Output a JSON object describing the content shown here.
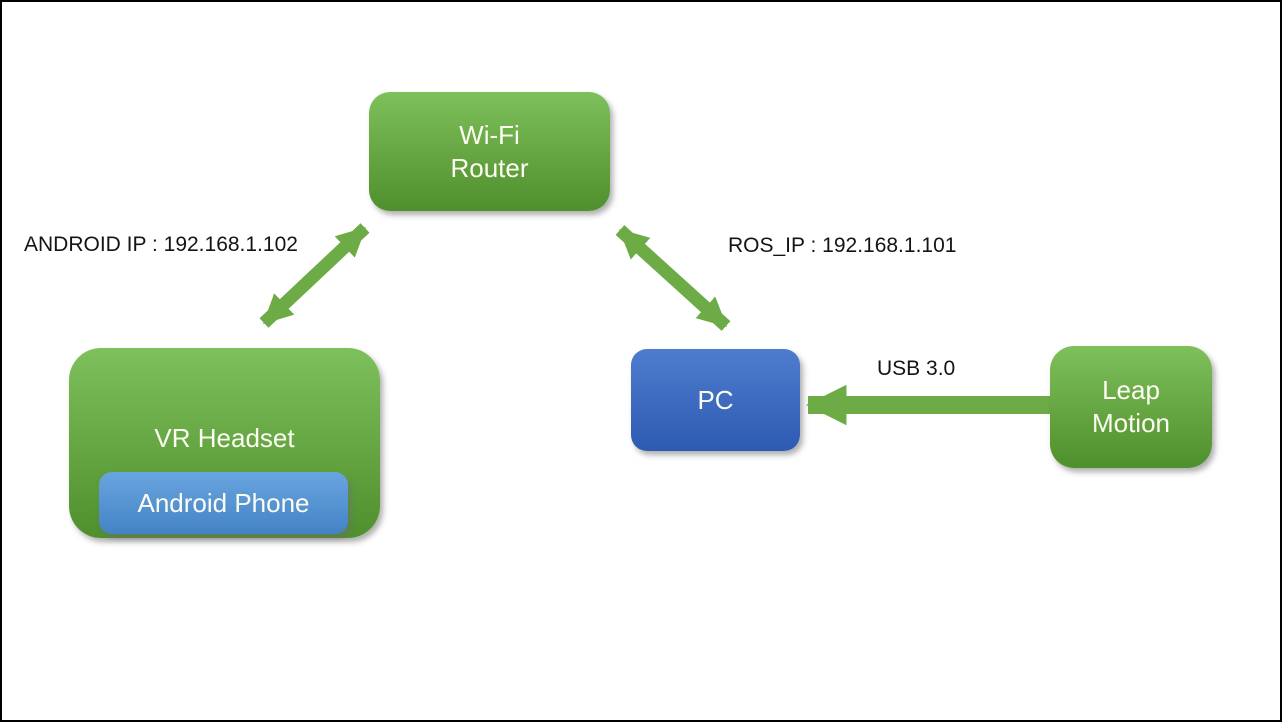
{
  "nodes": {
    "wifi_router": {
      "label": "Wi-Fi\nRouter",
      "color": "green"
    },
    "vr_headset": {
      "label": "VR Headset",
      "color": "green"
    },
    "android_phone": {
      "label": "Android Phone",
      "color": "lightblue"
    },
    "pc": {
      "label": "PC",
      "color": "blue"
    },
    "leap_motion": {
      "label": "Leap\nMotion",
      "color": "green"
    }
  },
  "labels": {
    "android_ip": "ANDROID IP : 192.168.1.102",
    "ros_ip": "ROS_IP : 192.168.1.101",
    "usb": "USB 3.0"
  },
  "connections": [
    {
      "from": "vr_headset",
      "to": "wifi_router",
      "direction": "bidirectional",
      "label": "ANDROID IP : 192.168.1.102"
    },
    {
      "from": "pc",
      "to": "wifi_router",
      "direction": "bidirectional",
      "label": "ROS_IP : 192.168.1.101"
    },
    {
      "from": "leap_motion",
      "to": "pc",
      "direction": "one-way",
      "label": "USB 3.0"
    }
  ],
  "colors": {
    "green-top": "#7ec05b",
    "green-bottom": "#4f8f2d",
    "blue-top": "#4e7ccd",
    "blue-bottom": "#2e5bb2",
    "lightblue-top": "#69a5e0",
    "lightblue-bottom": "#4383c5",
    "arrow-green": "#6cab45",
    "label-text": "#141414",
    "node-text": "#fdfcf2"
  }
}
